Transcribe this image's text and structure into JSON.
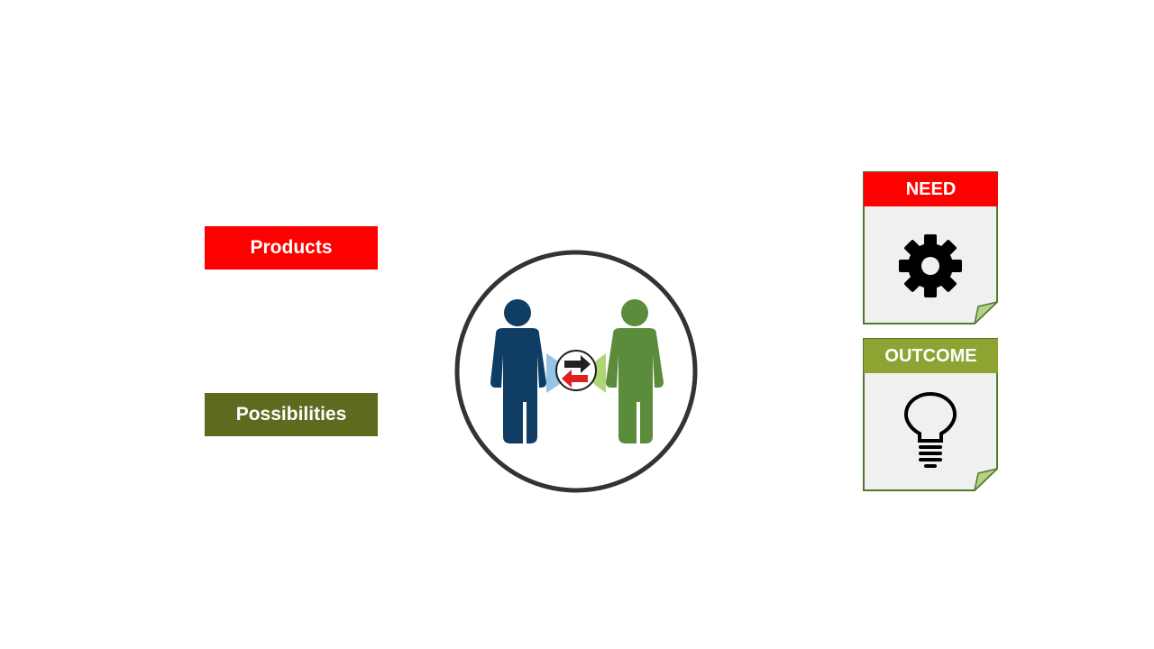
{
  "left_labels": {
    "products": "Products",
    "possibilities": "Possibilities"
  },
  "cards": {
    "need": {
      "title": "NEED",
      "icon": "gear-icon"
    },
    "outcome": {
      "title": "OUTCOME",
      "icon": "lightbulb-icon"
    }
  },
  "center": {
    "icon": "two-people-exchange-icon",
    "person_left_color": "#0f3d64",
    "person_right_color": "#5b8c3c",
    "arrow_right_color": "#222222",
    "arrow_left_color": "#e02020"
  },
  "colors": {
    "red": "#ff0000",
    "olive": "#5e6b1f",
    "green_header": "#8da332",
    "card_bg": "#f0f0f0",
    "card_border": "#4c7a2a"
  }
}
